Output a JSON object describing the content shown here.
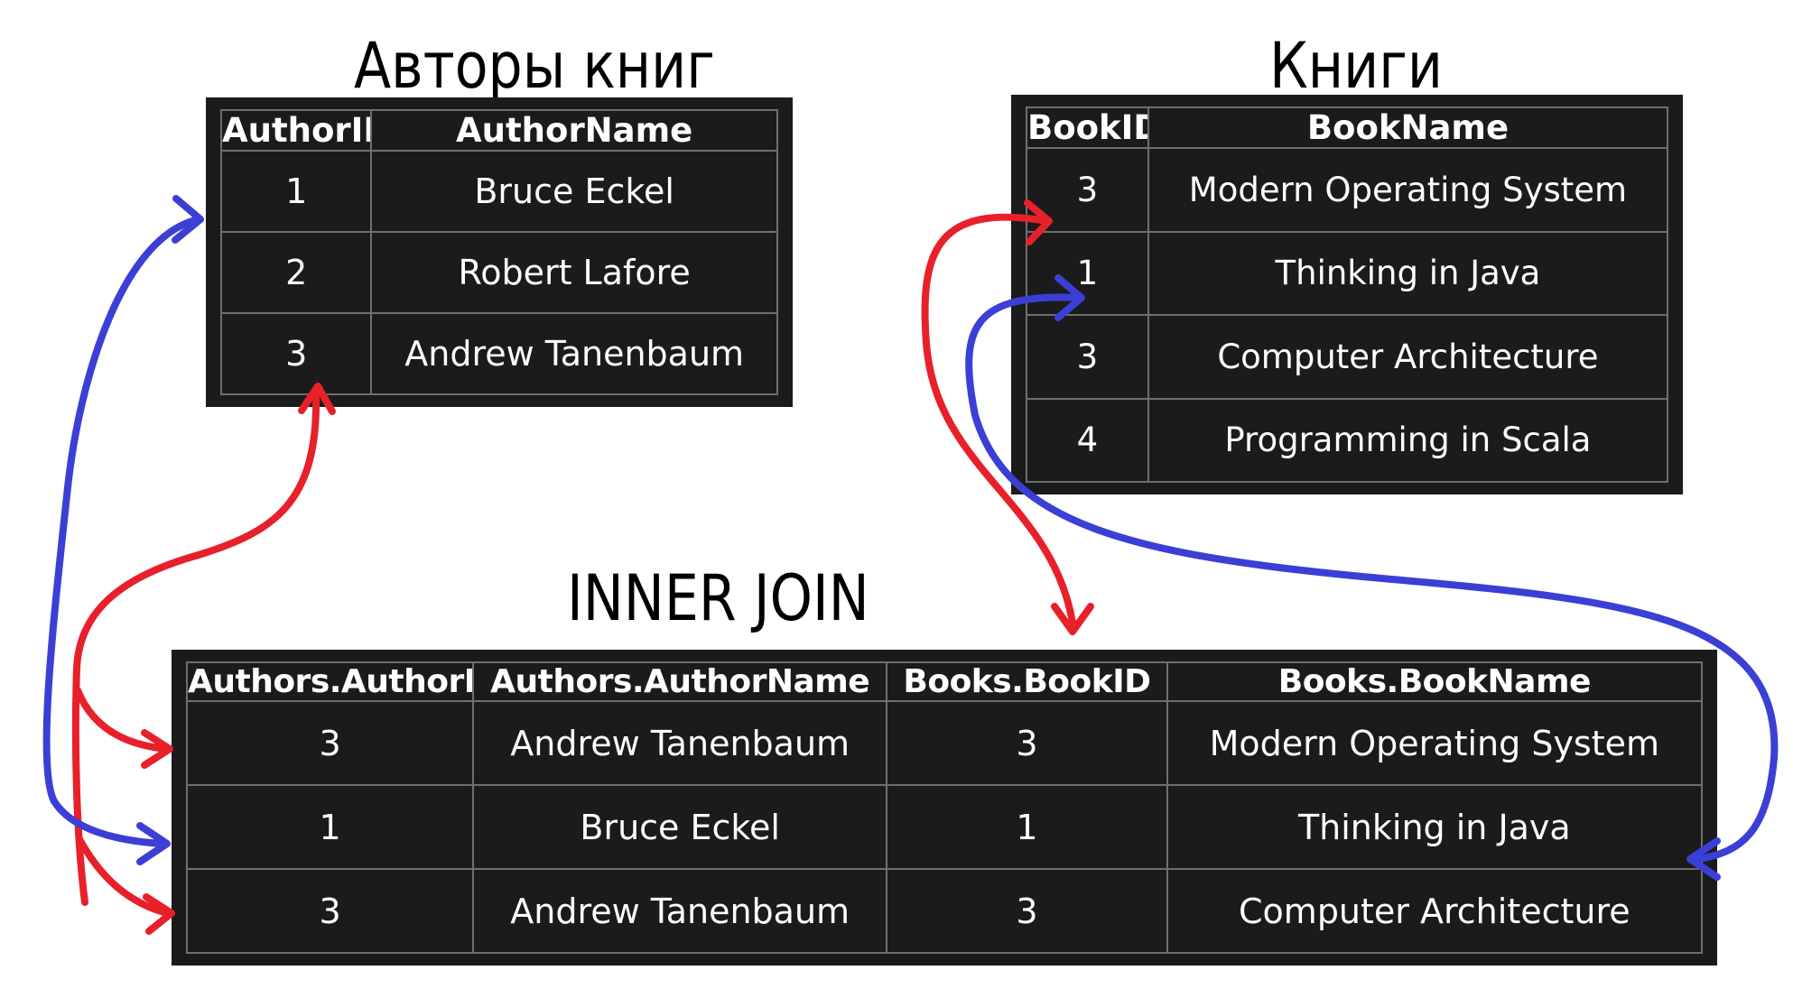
{
  "authors_table": {
    "title": "Авторы книг",
    "headers": [
      "AuthorID",
      "AuthorName"
    ],
    "rows": [
      [
        "1",
        "Bruce Eckel"
      ],
      [
        "2",
        "Robert Lafore"
      ],
      [
        "3",
        "Andrew Tanenbaum"
      ]
    ]
  },
  "books_table": {
    "title": "Книги",
    "headers": [
      "BookID",
      "BookName"
    ],
    "rows": [
      [
        "3",
        "Modern Operating System"
      ],
      [
        "1",
        "Thinking in Java"
      ],
      [
        "3",
        "Computer Architecture"
      ],
      [
        "4",
        "Programming in Scala"
      ]
    ]
  },
  "join_table": {
    "title": "INNER JOIN",
    "headers": [
      "Authors.AuthorID",
      "Authors.AuthorName",
      "Books.BookID",
      "Books.BookName"
    ],
    "rows": [
      [
        "3",
        "Andrew Tanenbaum",
        "3",
        "Modern Operating System"
      ],
      [
        "1",
        "Bruce Eckel",
        "1",
        "Thinking in Java"
      ],
      [
        "3",
        "Andrew Tanenbaum",
        "3",
        "Computer Architecture"
      ]
    ]
  },
  "colors": {
    "table_background": "#1b1b1b",
    "cell_border": "#6f6f6f",
    "text": "#ffffff",
    "arrow_red": "#e8202a",
    "arrow_blue": "#3b3fd6"
  }
}
